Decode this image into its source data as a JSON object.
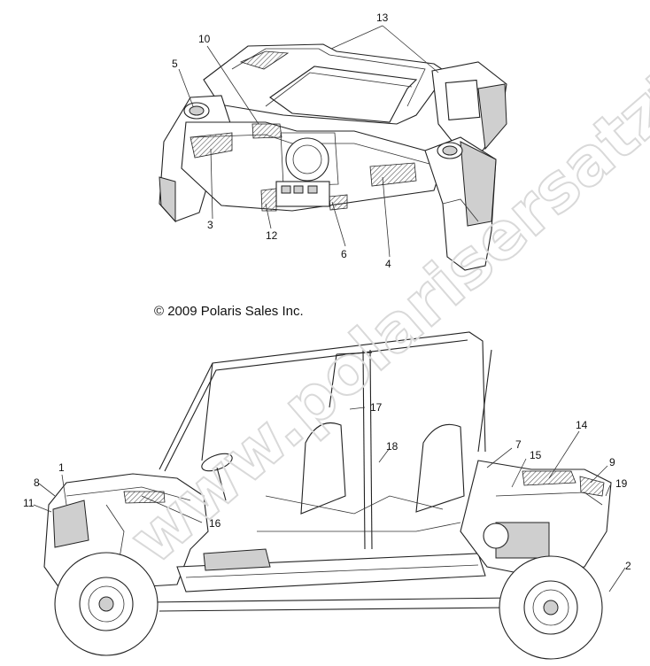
{
  "copyright": "© 2009 Polaris Sales Inc.",
  "watermark": "www.polarisersatzteile.de",
  "callouts": {
    "c1": "1",
    "c2": "2",
    "c3": "3",
    "c4": "4",
    "c5": "5",
    "c6": "6",
    "c7": "7",
    "c8": "8",
    "c9": "9",
    "c10": "10",
    "c11": "11",
    "c12": "12",
    "c13": "13",
    "c14": "14",
    "c15": "15",
    "c16": "16",
    "c17": "17",
    "c18": "18",
    "c19": "19"
  },
  "colors": {
    "line": "#222222",
    "watermark": "#d9d9d9",
    "background": "#ffffff"
  }
}
